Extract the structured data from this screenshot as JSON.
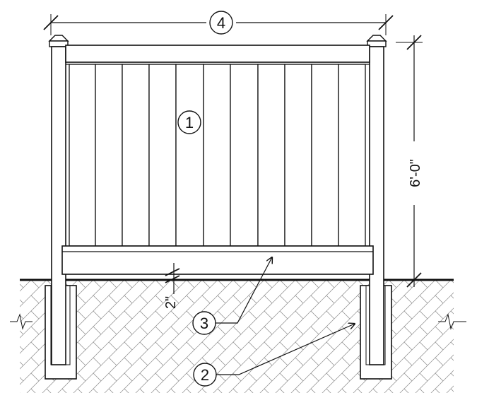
{
  "callouts": {
    "pickets": "1",
    "footing": "2",
    "gap_leader": "3",
    "overall_width": "4"
  },
  "dimensions": {
    "fence_height": "6'-0\"",
    "ground_gap": "2\""
  },
  "colors": {
    "line": "#111111",
    "soil_hatch": "#8a8a8a",
    "paper": "#ffffff"
  }
}
